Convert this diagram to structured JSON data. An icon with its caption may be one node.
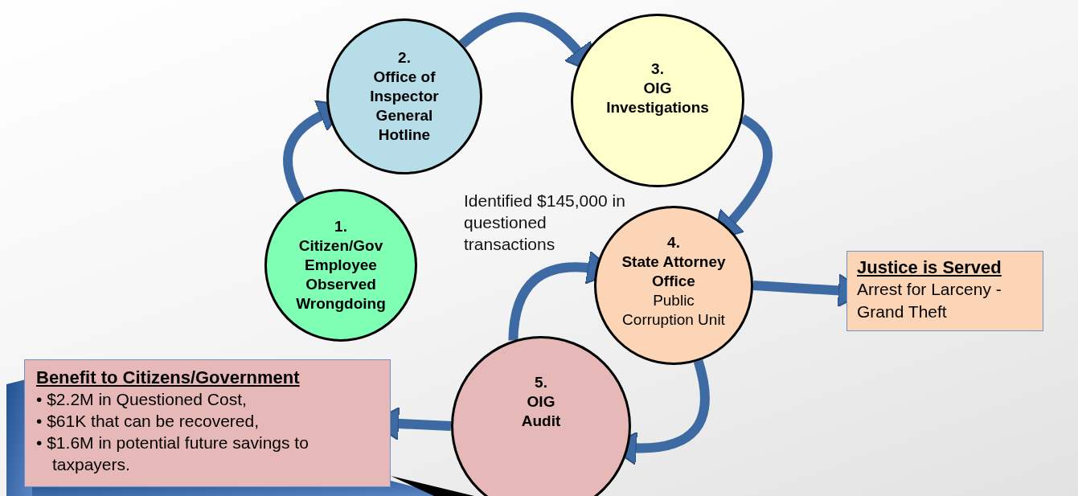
{
  "diagram": {
    "nodes": [
      {
        "text": [
          "1.",
          "Citizen/Gov Employee Observed Wrongdoing"
        ]
      },
      {
        "text": [
          "2.",
          "Office of Inspector General Hotline"
        ]
      },
      {
        "text": [
          "3.",
          "OIG Investigations"
        ]
      },
      {
        "text": [
          "4.",
          "State Attorney Office",
          "Public Corruption Unit"
        ]
      },
      {
        "text": [
          "5.",
          "OIG Audit"
        ]
      },
      {
        "text": [
          "Justice is Served",
          "Arrest for Larceny -Grand Theft"
        ]
      },
      {
        "text": [
          "Benefit to Citizens/Government",
          "• $2.2M in Questioned Cost,",
          "• $61K that can be recovered,",
          "• $1.6M in potential future savings to taxpayers."
        ]
      }
    ],
    "edges": [
      {
        "from": 0,
        "to": 1,
        "arrow": "to"
      },
      {
        "from": 1,
        "to": 2,
        "arrow": "to"
      },
      {
        "from": 2,
        "to": 3,
        "arrow": "to"
      },
      {
        "from": 3,
        "to": 4,
        "arrow": "to"
      },
      {
        "from": 4,
        "to": 3,
        "arrow": "to"
      },
      {
        "from": 3,
        "to": 5,
        "arrow": "to"
      },
      {
        "from": 4,
        "to": 6,
        "arrow": "to"
      }
    ],
    "labels": [
      "Identified $145,000 in questioned transactions"
    ]
  }
}
